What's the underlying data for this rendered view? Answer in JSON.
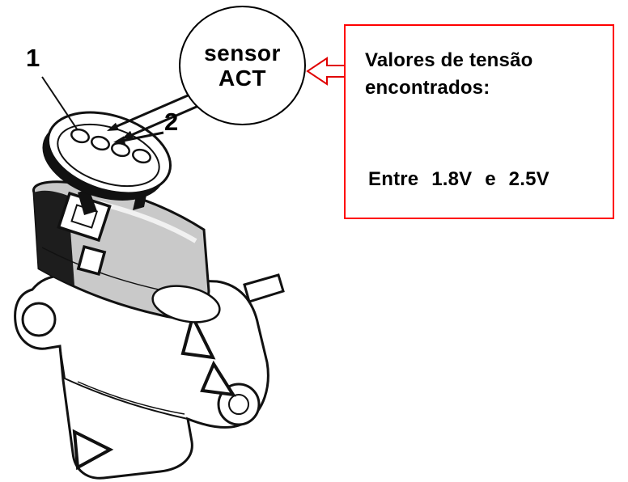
{
  "page": {
    "background_color": "#ffffff"
  },
  "callouts": {
    "pin1_label": "1",
    "pin2_label": "2"
  },
  "balloon": {
    "line1": "sensor",
    "line2": "ACT"
  },
  "info_box": {
    "heading": "Valores de tensão encontrados:",
    "value": "Entre 1.8V e 2.5V",
    "border_color": "#ff0000"
  },
  "icons": {
    "red_arrow": "hollow-left-arrow",
    "callout_arrows": "filled-black-arrowheads"
  },
  "colors": {
    "line_art": "#111111",
    "arrow_red": "#e00000"
  }
}
